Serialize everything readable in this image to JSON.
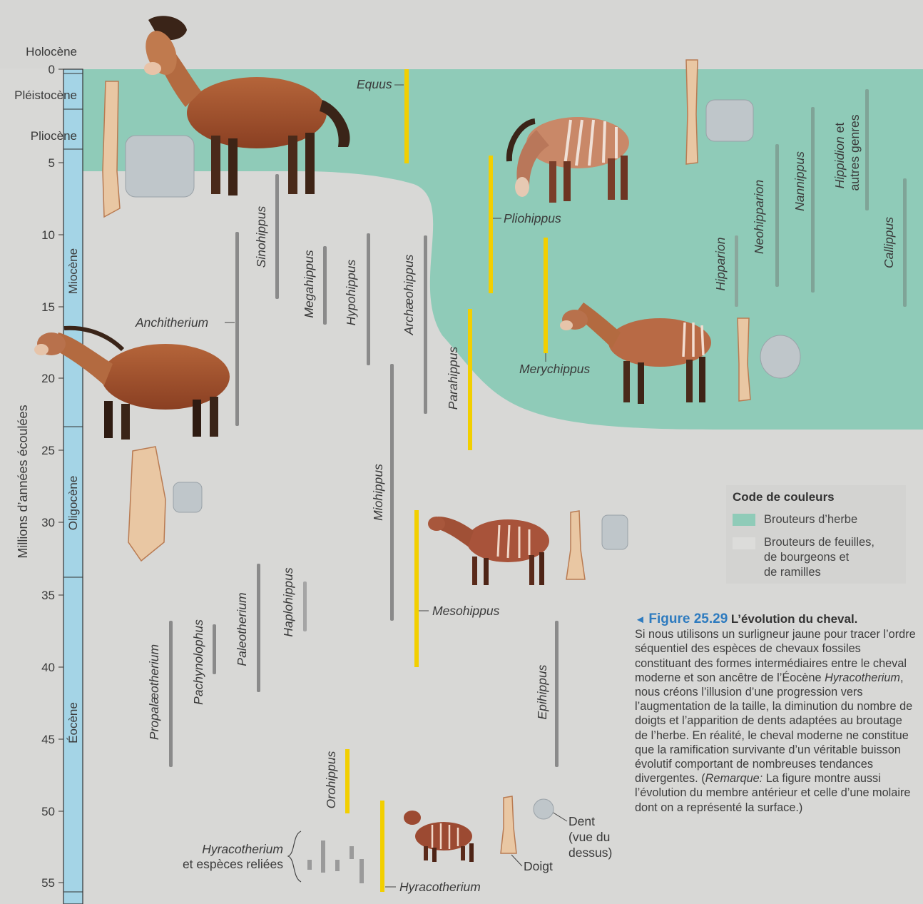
{
  "colors": {
    "grazer": "#8fcbb8",
    "browser": "#d3d3d1",
    "highlight": "#f2cf00",
    "lineage": "#8a8a8a",
    "timeline": "#a4d4e6",
    "caption_blue": "#2e7bbf"
  },
  "axis": {
    "label": "Millions d’années écoulées",
    "ticks": [
      "0",
      "5",
      "10",
      "15",
      "20",
      "25",
      "30",
      "35",
      "40",
      "45",
      "50",
      "55"
    ]
  },
  "epochs": [
    "Holocène",
    "Pléistocène",
    "Pliocène",
    "Miocène",
    "Oligocène",
    "Éocène"
  ],
  "genera": {
    "equus": "Equus",
    "pliohippus": "Pliohippus",
    "merychippus": "Merychippus",
    "parahippus": "Parahippus",
    "mesohippus": "Mesohippus",
    "miohippus": "Miohippus",
    "orohippus": "Orohippus",
    "hyracotherium": "Hyracotherium",
    "anchitherium": "Anchitherium",
    "sinohippus": "Sinohippus",
    "megahippus": "Megahippus",
    "hypohippus": "Hypohippus",
    "archaeohippus": "Archæohippus",
    "hipparion": "Hipparion",
    "neohipparion": "Neohipparion",
    "nannippus": "Nannippus",
    "hippidion": "Hippidion",
    "hippidion_rest": " et",
    "autres_genres": "autres genres",
    "callippus": "Callippus",
    "epihippus": "Epihippus",
    "propalaeotherium": "Propalæotherium",
    "pachynolophus": "Pachynolophus",
    "paleotherium": "Paleotherium",
    "haplohippus": "Haplohippus",
    "hyracotherium_group_1": "Hyracotherium",
    "hyracotherium_group_2": "et espèces reliées"
  },
  "annotations": {
    "dent_1": "Dent",
    "dent_2": "(vue du",
    "dent_3": "dessus)",
    "doigt": "Doigt"
  },
  "legend": {
    "title": "Code de couleurs",
    "grazers": "Brouteurs d’herbe",
    "browsers_1": "Brouteurs de feuilles,",
    "browsers_2": "de bourgeons et",
    "browsers_3": "de ramilles"
  },
  "caption": {
    "arrow": "◄",
    "figure_number": "Figure 25.29",
    "title": "L’évolution du cheval.",
    "body_1": "Si nous utilisons un surligneur jaune pour tracer l’ordre séquentiel des espèces de chevaux fossiles constituant des formes intermédiaires entre le cheval moderne et son ancêtre de l’Éocène ",
    "body_italic_1": "Hyracotherium",
    "body_2": ", nous créons l’illusion d’une progression vers l’augmentation de la taille, la diminution du nombre de doigts et l’apparition de dents adaptées au broutage de l’herbe. En réalité, le cheval moderne ne constitue que la ramification survivante d’un véritable buisson évolutif comportant de nombreuses tendances divergentes. (",
    "body_italic_2": "Remarque:",
    "body_3": " La figure montre aussi l’évolution du membre antérieur et celle d’une molaire dont on a représenté la surface.)"
  }
}
